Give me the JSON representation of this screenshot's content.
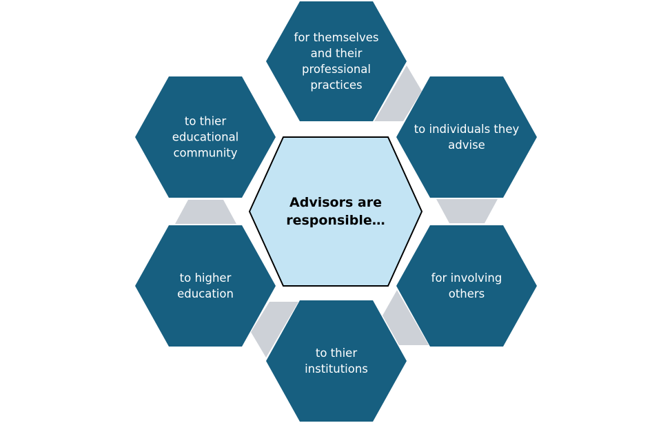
{
  "center": {
    "title": "Advisors are responsible…"
  },
  "items": [
    {
      "label": "for themselves and their professional practices"
    },
    {
      "label": "to individuals they advise"
    },
    {
      "label": "for involving others"
    },
    {
      "label": "to thier institutions"
    },
    {
      "label": "to higher education"
    },
    {
      "label": "to thier educational community"
    }
  ],
  "colors": {
    "hex": "#175f80",
    "center": "#c3e4f4",
    "connector": "#cdd1d7"
  }
}
